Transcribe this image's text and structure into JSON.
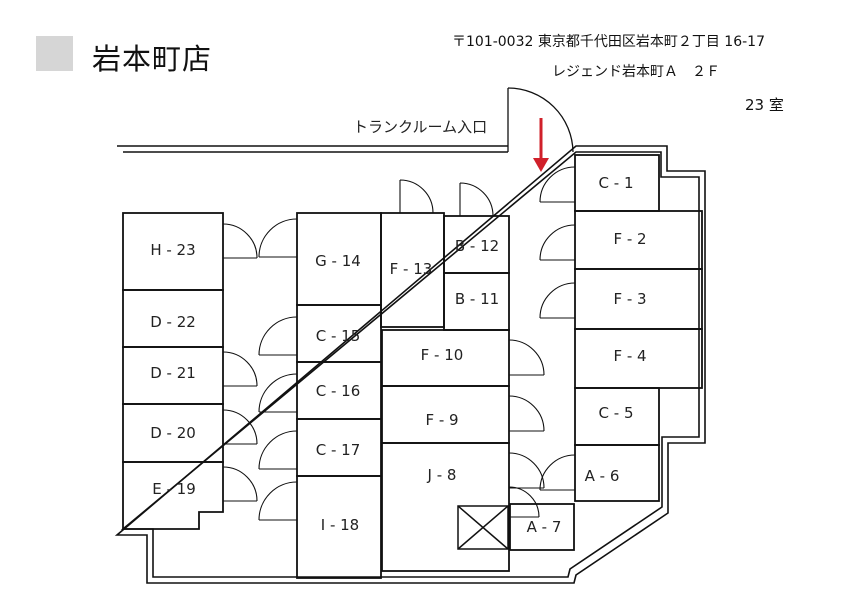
{
  "header": {
    "store_name": "岩本町店",
    "address_line1": "〒101-0032  東京都千代田区岩本町２丁目 16-17",
    "address_line2": "レジェンド岩本町Ａ　２Ｆ",
    "room_count": "23 室"
  },
  "floorplan": {
    "entrance_label": "トランクルーム入口",
    "arrow_color": "#d0202a",
    "units": [
      {
        "id": "C-1",
        "label": "C - 1"
      },
      {
        "id": "F-2",
        "label": "F - 2"
      },
      {
        "id": "F-3",
        "label": "F - 3"
      },
      {
        "id": "F-4",
        "label": "F - 4"
      },
      {
        "id": "C-5",
        "label": "C - 5"
      },
      {
        "id": "A-6",
        "label": "A - 6"
      },
      {
        "id": "A-7",
        "label": "A - 7"
      },
      {
        "id": "J-8",
        "label": "J - 8"
      },
      {
        "id": "F-9",
        "label": "F - 9"
      },
      {
        "id": "F-10",
        "label": "F - 10"
      },
      {
        "id": "B-11",
        "label": "B - 11"
      },
      {
        "id": "B-12",
        "label": "B - 12"
      },
      {
        "id": "F-13",
        "label": "F - 13"
      },
      {
        "id": "G-14",
        "label": "G - 14"
      },
      {
        "id": "C-15",
        "label": "C - 15"
      },
      {
        "id": "C-16",
        "label": "C - 16"
      },
      {
        "id": "C-17",
        "label": "C - 17"
      },
      {
        "id": "I-18",
        "label": "I - 18"
      },
      {
        "id": "E-19",
        "label": "E - 19"
      },
      {
        "id": "D-20",
        "label": "D - 20"
      },
      {
        "id": "D-21",
        "label": "D - 21"
      },
      {
        "id": "D-22",
        "label": "D - 22"
      },
      {
        "id": "H-23",
        "label": "H - 23"
      }
    ]
  }
}
